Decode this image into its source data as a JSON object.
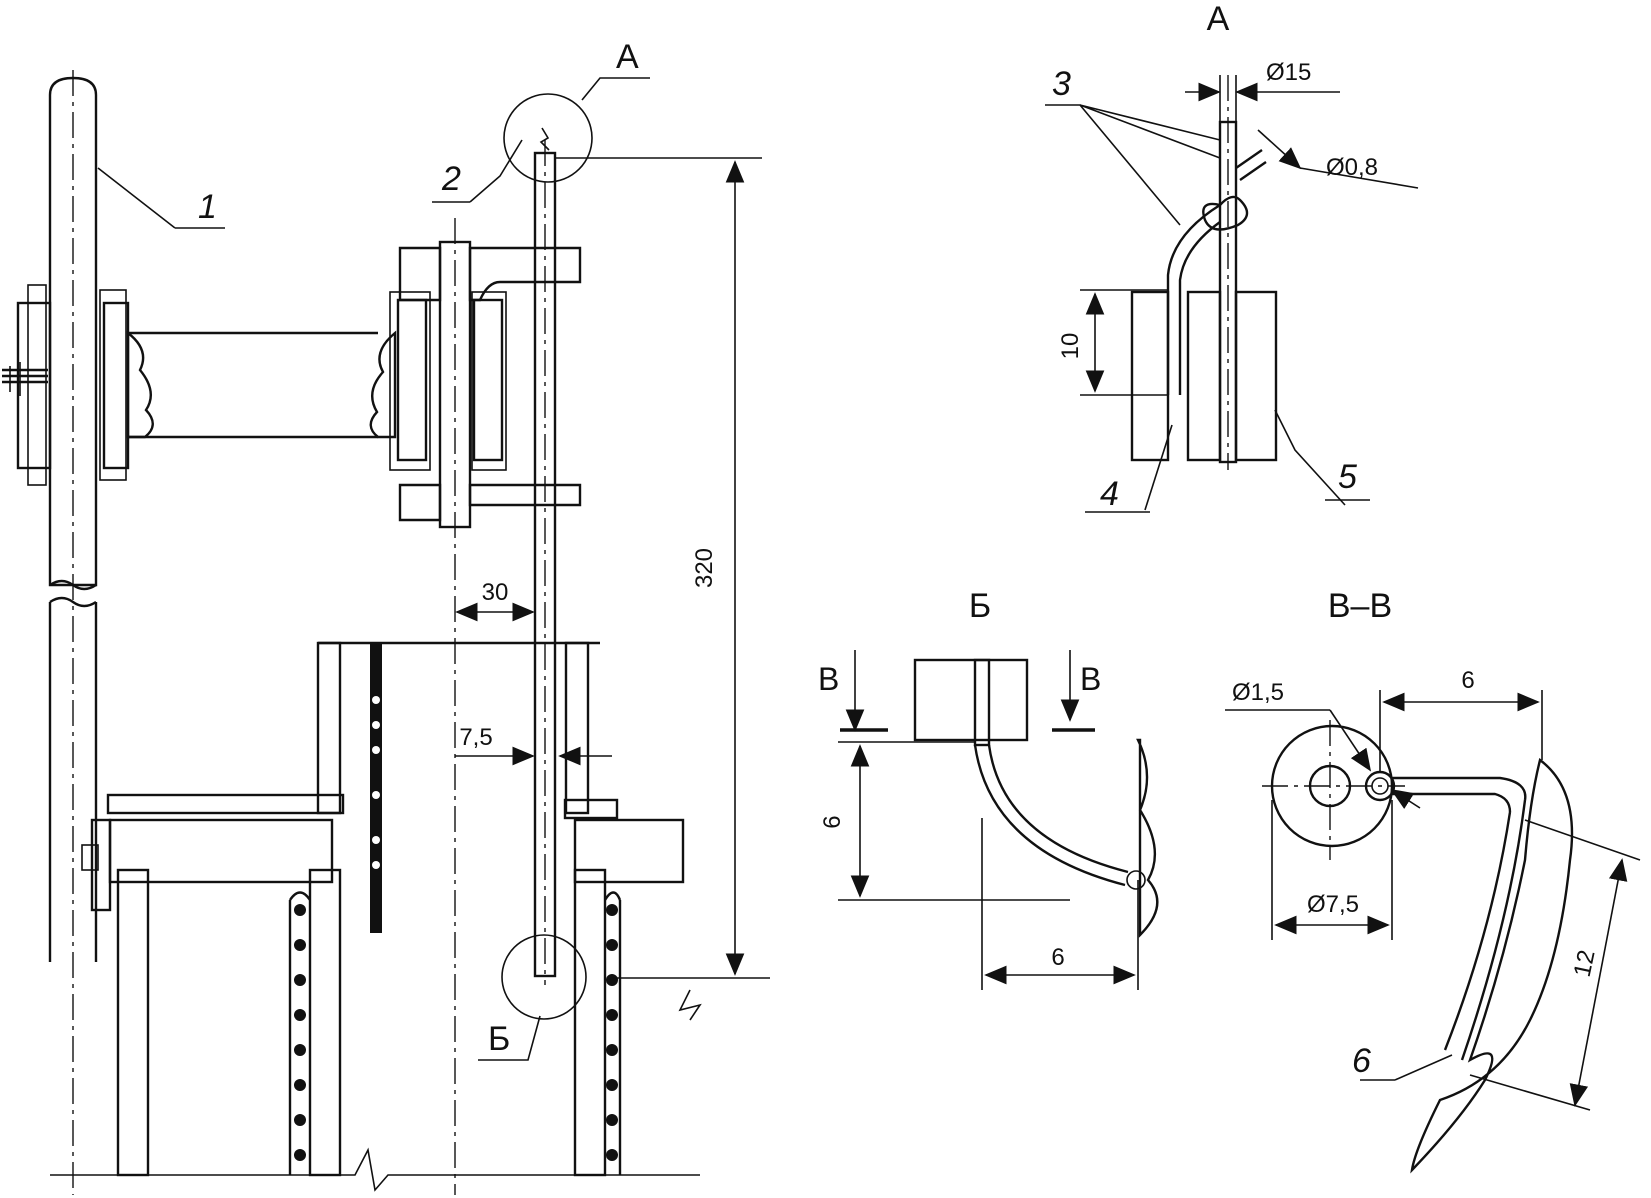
{
  "main": {
    "labels": {
      "part1": "1",
      "part2": "2",
      "part3": "3",
      "part4": "4",
      "part5": "5",
      "part6": "6",
      "view_a_main": "А",
      "view_a_detail": "А",
      "view_b_main": "Б",
      "view_b_detail": "Б",
      "section_vv_title": "В–В",
      "section_mark_left": "В",
      "section_mark_right": "В"
    },
    "dimensions": {
      "height_320": "320",
      "offset_30": "30",
      "gap_7_5": "7,5",
      "dia_15": "Ø15",
      "dia_0_8": "Ø0,8",
      "len_10": "10",
      "b_vert_6": "6",
      "b_horiz_6": "6",
      "vv_top_6": "6",
      "vv_dia_1_5": "Ø1,5",
      "vv_dia_7_5": "Ø7,5",
      "vv_len_12": "12"
    }
  }
}
